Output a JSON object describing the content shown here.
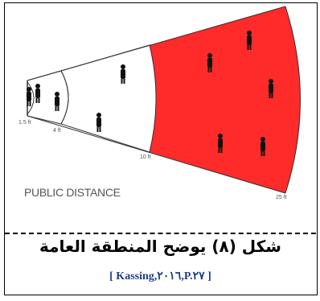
{
  "figure": {
    "zone_label": "PUBLIC DISTANCE",
    "distance_labels": [
      "1.5 ft",
      "4 ft",
      "10 ft",
      "25 ft"
    ],
    "colors": {
      "public_zone": "#ff2a2a",
      "boundary": "#333333",
      "person": "#111111",
      "label": "#555555"
    }
  },
  "caption": {
    "title": "شكل (٨) يوضح المنطقة العامة",
    "citation": "[ Kassing,٢٠١٦,P.٢٧ ]"
  }
}
